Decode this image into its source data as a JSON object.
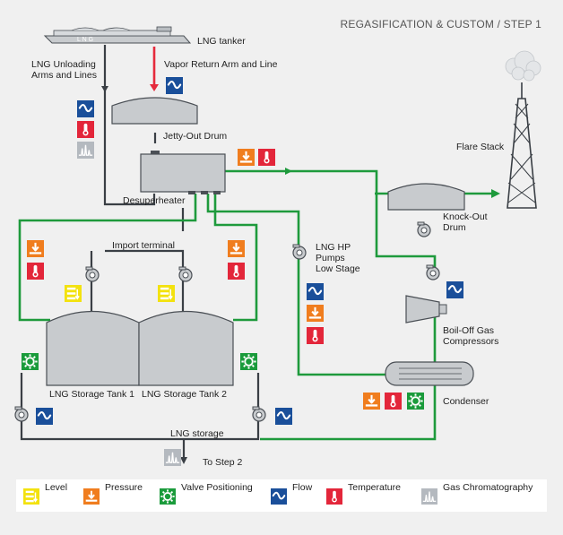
{
  "header": "REGASIFICATION & CUSTOM / STEP 1",
  "ship_text": "L N G",
  "labels": {
    "tanker": "LNG tanker",
    "unloading_line1": "LNG Unloading",
    "unloading_line2": "Arms and Lines",
    "vapor_return": "Vapor Return Arm and Line",
    "jetty_drum": "Jetty-Out Drum",
    "desuperheater": "Desuperheater",
    "flare_stack": "Flare Stack",
    "knockout_line1": "Knock-Out",
    "knockout_line2": "Drum",
    "import_terminal": "Import terminal",
    "hp_pumps_line1": "LNG HP",
    "hp_pumps_line2": "Pumps",
    "hp_pumps_line3": "Low Stage",
    "bog_line1": "Boil-Off Gas",
    "bog_line2": "Compressors",
    "tank1": "LNG Storage Tank 1",
    "tank2": "LNG Storage Tank 2",
    "condenser": "Condenser",
    "lng_storage": "LNG storage",
    "to_step2": "To Step 2"
  },
  "legend": {
    "level": "Level",
    "pressure": "Pressure",
    "valve": "Valve Positioning",
    "flow": "Flow",
    "temperature": "Temperature",
    "gas": "Gas Chromatography"
  },
  "colors": {
    "green_line": "#1e9a3c",
    "red_line": "#e52a3c",
    "dark_line": "#3a3f45",
    "equipment_fill": "#c8cbce",
    "equipment_stroke": "#4a4f55",
    "level": "#f3e20f",
    "pressure": "#f07d1e",
    "valve": "#1a9b3b",
    "flow": "#1a4f9a",
    "temperature": "#e3263a",
    "gas": "#b4b9bf"
  }
}
